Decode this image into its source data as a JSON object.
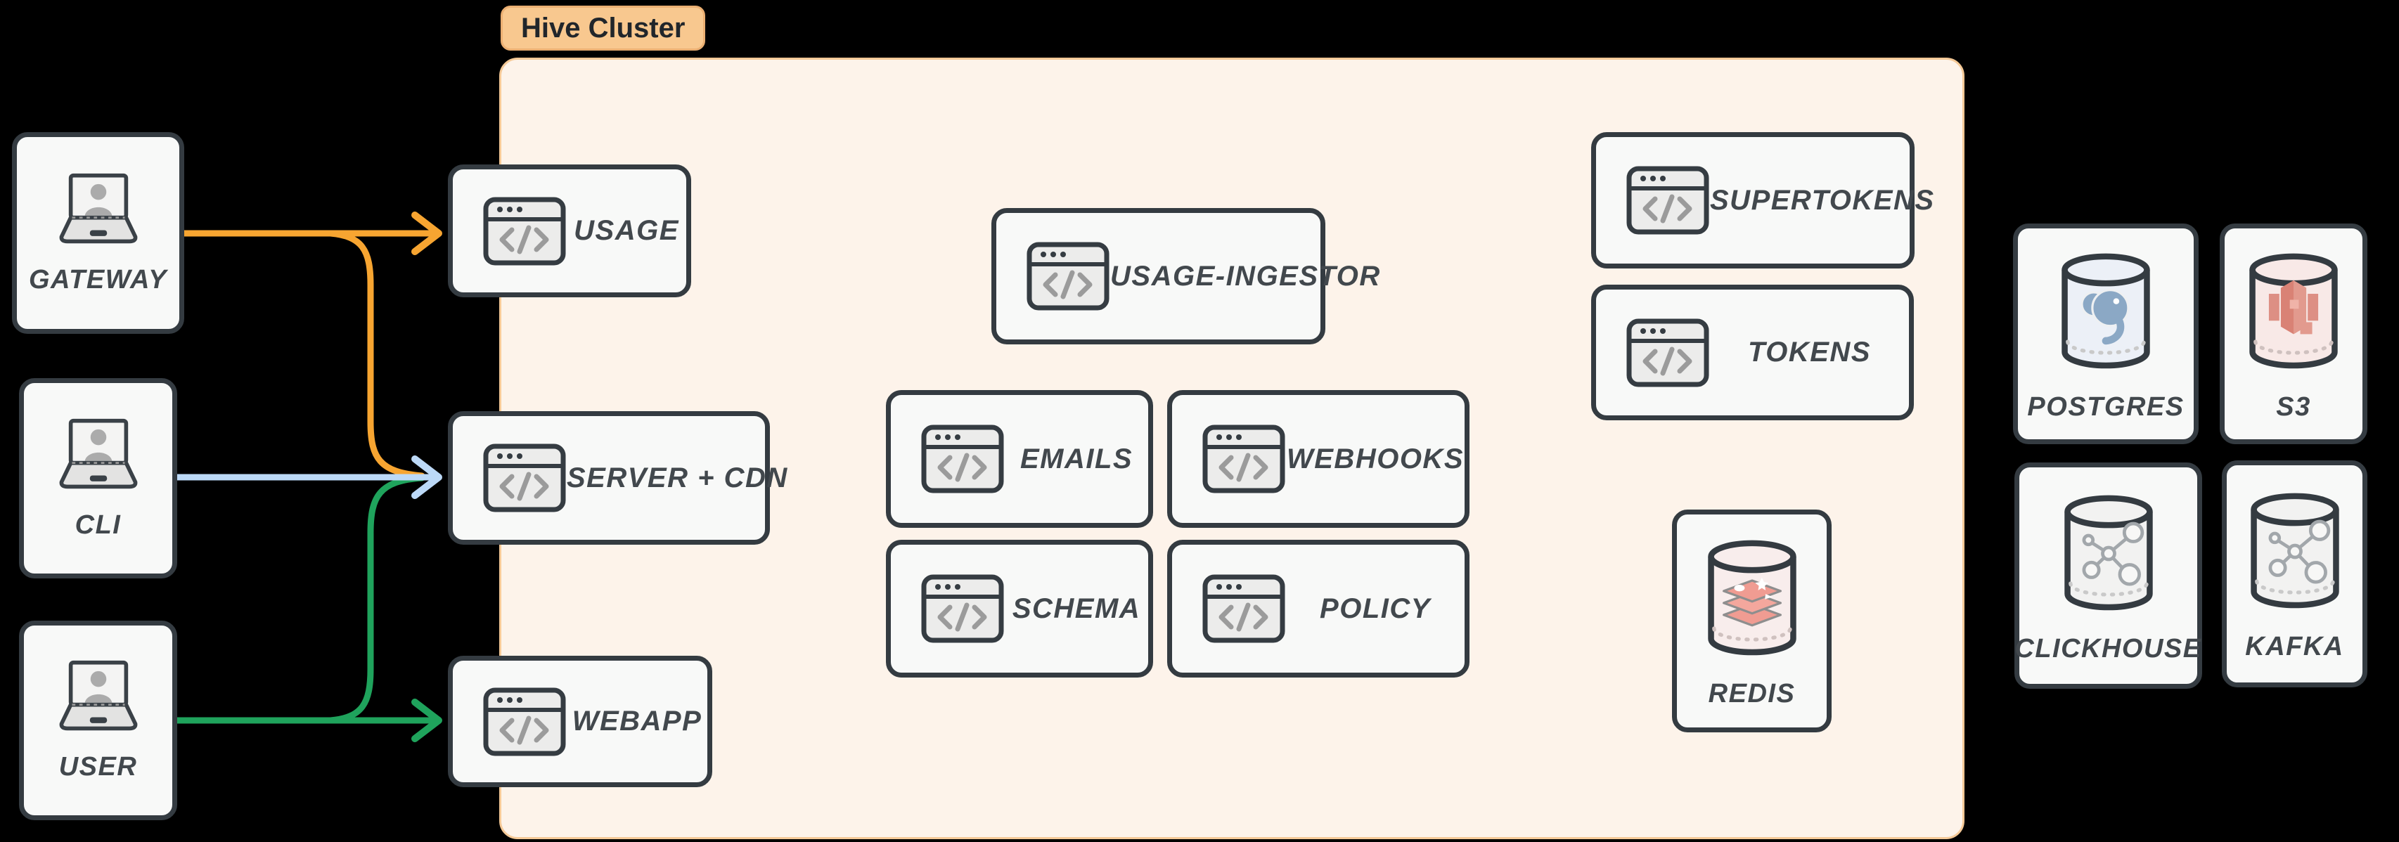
{
  "cluster": {
    "label": "Hive Cluster"
  },
  "actors": [
    {
      "label": "GATEWAY",
      "icon": "laptop-user-icon"
    },
    {
      "label": "CLI",
      "icon": "laptop-user-icon"
    },
    {
      "label": "USER",
      "icon": "laptop-user-icon"
    }
  ],
  "services": {
    "usage": {
      "label": "USAGE",
      "icon": "code-window-icon"
    },
    "server_cdn": {
      "label": "SERVER + CDN",
      "icon": "code-window-icon"
    },
    "webapp": {
      "label": "WEBAPP",
      "icon": "code-window-icon"
    },
    "usage_ingestor": {
      "label": "USAGE-INGESTOR",
      "icon": "code-window-icon"
    },
    "emails": {
      "label": "EMAILS",
      "icon": "code-window-icon"
    },
    "webhooks": {
      "label": "WEBHOOKS",
      "icon": "code-window-icon"
    },
    "schema": {
      "label": "SCHEMA",
      "icon": "code-window-icon"
    },
    "policy": {
      "label": "POLICY",
      "icon": "code-window-icon"
    },
    "supertokens": {
      "label": "SUPERTOKENS",
      "icon": "code-window-icon"
    },
    "tokens": {
      "label": "TOKENS",
      "icon": "code-window-icon"
    },
    "redis": {
      "label": "REDIS",
      "icon": "redis-database-icon"
    }
  },
  "datastores": [
    {
      "label": "POSTGRES",
      "icon": "postgres-database-icon"
    },
    {
      "label": "S3",
      "icon": "s3-database-icon"
    },
    {
      "label": "CLICKHOUSE",
      "icon": "network-database-icon"
    },
    {
      "label": "KAFKA",
      "icon": "network-database-icon"
    }
  ],
  "edges": [
    {
      "from": "GATEWAY",
      "to": "USAGE",
      "color": "#F7A531"
    },
    {
      "from": "GATEWAY",
      "to": "SERVER + CDN",
      "color": "#F7A531"
    },
    {
      "from": "CLI",
      "to": "SERVER + CDN",
      "color": "#BCD9F7"
    },
    {
      "from": "USER",
      "to": "SERVER + CDN",
      "color": "#1FA35C"
    },
    {
      "from": "USER",
      "to": "WEBAPP",
      "color": "#1FA35C"
    }
  ],
  "colors": {
    "arrow_gateway": "#F7A531",
    "arrow_cli": "#BCD9F7",
    "arrow_user": "#1FA35C",
    "cluster_fill": "#FDF3EA",
    "cluster_border": "#F5C997",
    "badge_fill": "#F8C88F",
    "card_fill": "#F8F9F8",
    "card_border": "#343B41",
    "background": "#000000"
  }
}
